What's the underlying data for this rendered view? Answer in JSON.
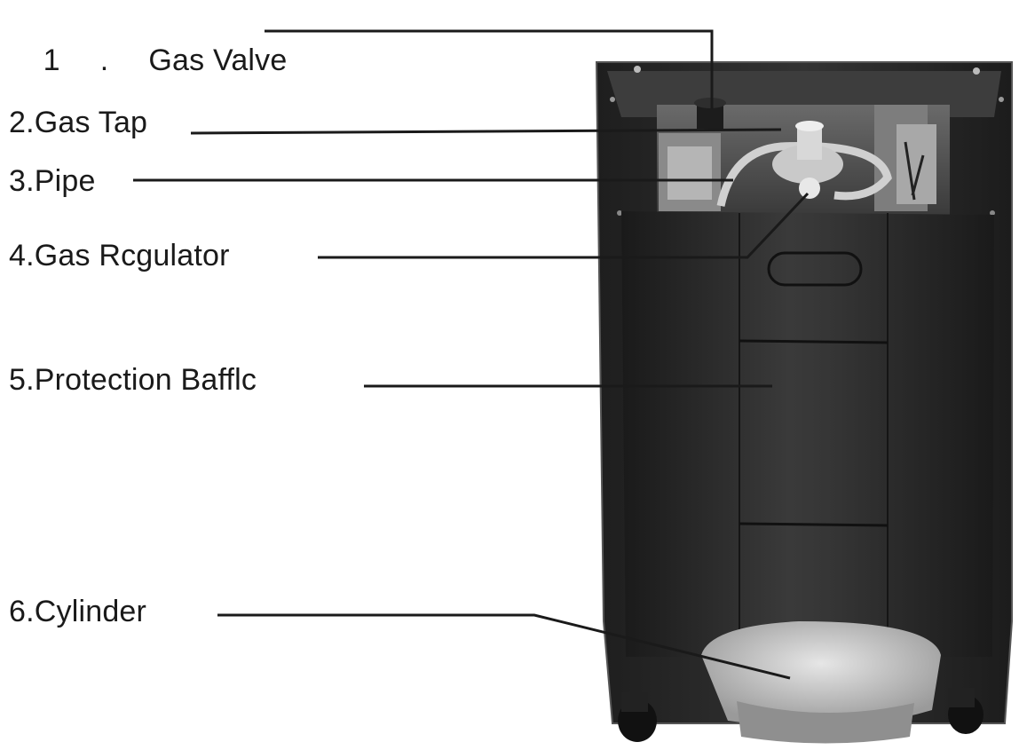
{
  "labels": [
    {
      "num": "1",
      "sep": ".",
      "text": "Gas Valve"
    },
    {
      "text": "2.Gas Tap"
    },
    {
      "text": "3.Pipe"
    },
    {
      "text": "4.Gas Rcgulator"
    },
    {
      "text": "5.Protection Bafflc"
    },
    {
      "text": "6.Cylinder"
    }
  ],
  "colors": {
    "background": "#ffffff",
    "text": "#1a1a1a",
    "leader": "#1a1a1a",
    "heater_body": "#2b2b2b",
    "heater_edge": "#555555",
    "baffle": "#262626",
    "cylinder": "#cfcfcf"
  }
}
